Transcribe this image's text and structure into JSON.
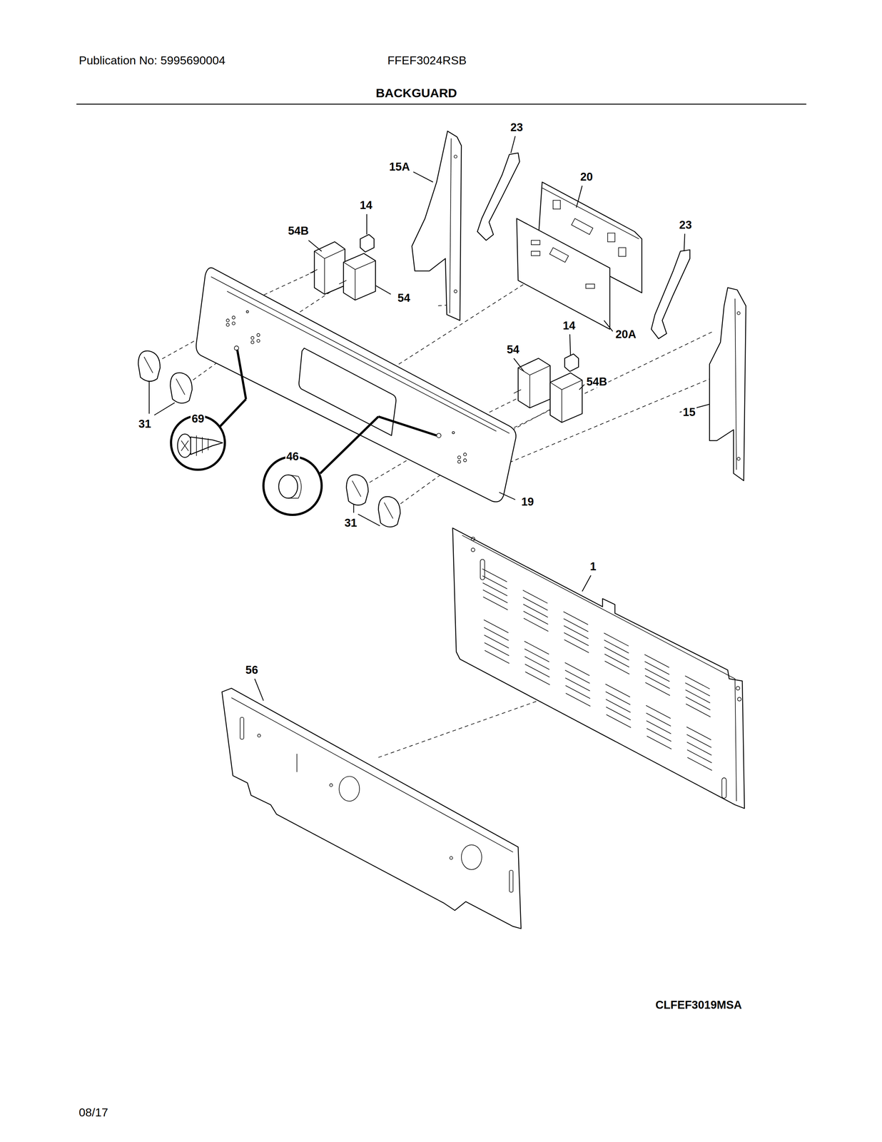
{
  "diagram": {
    "title": "BACKGUARD",
    "labels": [
      "Publication No: 5995690004",
      "FFEF3024RSB",
      "23",
      "15A",
      "20",
      "14",
      "54B",
      "23",
      "54",
      "14",
      "20A",
      "54",
      "54B",
      "15",
      "31",
      "69",
      "46",
      "19",
      "31",
      "1",
      "56",
      "CLFEF3019MSA",
      "08/17"
    ]
  }
}
